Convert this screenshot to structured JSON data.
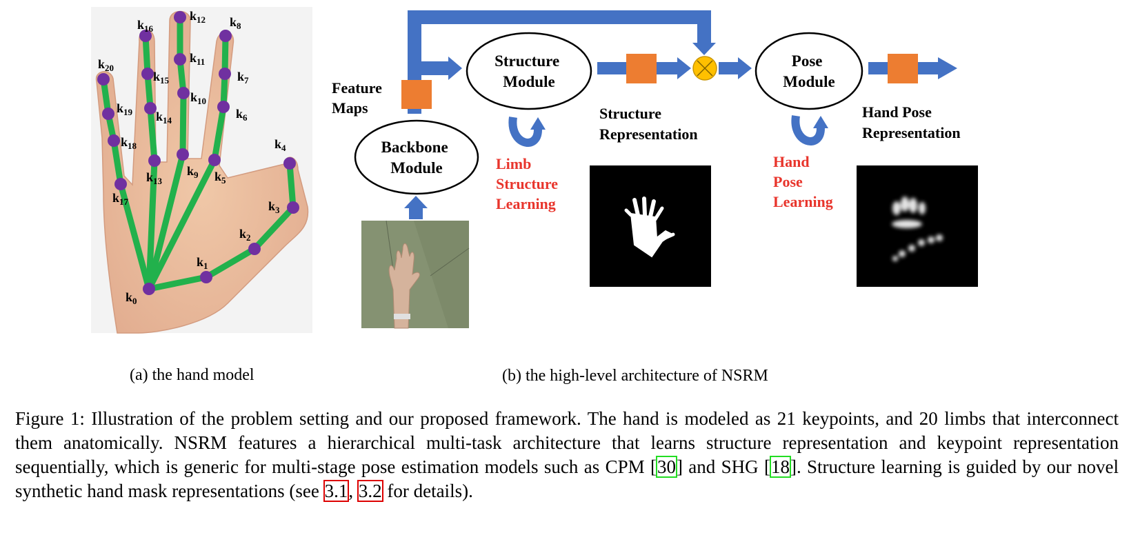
{
  "hand_model": {
    "keypoints": [
      "k0",
      "k1",
      "k2",
      "k3",
      "k4",
      "k5",
      "k6",
      "k7",
      "k8",
      "k9",
      "k10",
      "k11",
      "k12",
      "k13",
      "k14",
      "k15",
      "k16",
      "k17",
      "k18",
      "k19",
      "k20"
    ]
  },
  "architecture": {
    "feature_maps": [
      "Feature",
      "Maps"
    ],
    "backbone": [
      "Backbone",
      "Module"
    ],
    "structure_module": [
      "Structure",
      "Module"
    ],
    "pose_module": [
      "Pose",
      "Module"
    ],
    "structure_representation": [
      "Structure",
      "Representation"
    ],
    "hand_pose_representation": [
      "Hand Pose",
      "Representation"
    ],
    "limb_learning": [
      "Limb",
      "Structure",
      "Learning"
    ],
    "hand_learning": [
      "Hand",
      "Pose",
      "Learning"
    ]
  },
  "subcaptions": {
    "a": "(a) the hand model",
    "b": "(b) the high-level architecture of NSRM"
  },
  "caption": {
    "part1": "Figure 1: Illustration of the problem setting and our proposed framework. The hand is modeled as 21 keypoints, and 20 limbs that interconnect them anatomically. NSRM features a hierarchical multi-task architecture that learns structure representation and keypoint representation sequentially, which is generic for multi-stage pose estimation models such as CPM [",
    "ref1": "30",
    "part2": "] and SHG [",
    "ref2": "18",
    "part3": "]. Structure learning is guided by our novel synthetic hand mask representations (see ",
    "ref3": "3.1",
    "sep": ", ",
    "ref4": "3.2",
    "part4": " for details)."
  },
  "colors": {
    "limb": "#22b14c",
    "keypoint": "#7030a0",
    "arrow": "#4472c4",
    "square": "#ed7d31",
    "multiply": "#ffc000",
    "learning_text": "#e8352c"
  }
}
